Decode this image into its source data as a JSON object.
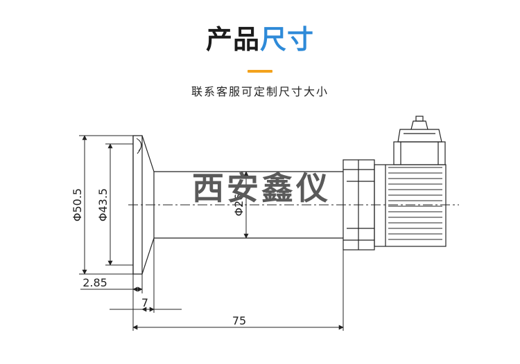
{
  "header": {
    "title_dark": "产品",
    "title_blue": "尺寸",
    "subtitle": "联系客服可定制尺寸大小"
  },
  "drawing": {
    "watermark": "西安鑫仪",
    "dimensions": {
      "d_outer": "Φ50.5",
      "d_inner": "Φ43.5",
      "d_body": "Φ26",
      "flange_thk": "2.85",
      "neck_len": "7",
      "total_len": "75"
    }
  },
  "colors": {
    "accent_blue": "#2e8ad8",
    "accent_orange": "#f3a21c",
    "line": "#222222"
  }
}
